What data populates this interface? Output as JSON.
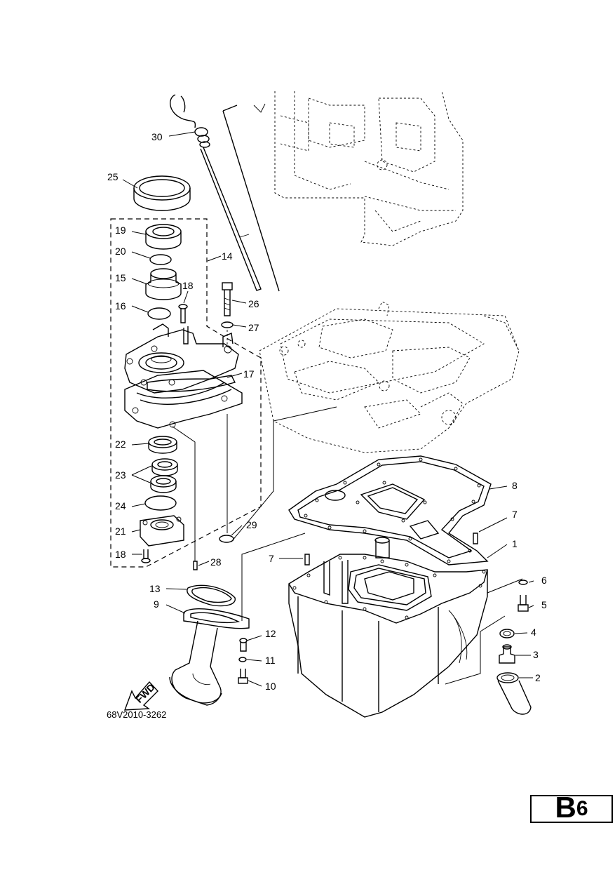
{
  "diagram": {
    "drawing_code": "68V2010-3262",
    "fwd_label": "FWD",
    "page_letter": "B",
    "page_number": "6",
    "callouts": [
      {
        "id": "30",
        "text": "30"
      },
      {
        "id": "25",
        "text": "25"
      },
      {
        "id": "19",
        "text": "19"
      },
      {
        "id": "20",
        "text": "20"
      },
      {
        "id": "14",
        "text": "14"
      },
      {
        "id": "15",
        "text": "15"
      },
      {
        "id": "18a",
        "text": "18"
      },
      {
        "id": "16",
        "text": "16"
      },
      {
        "id": "26",
        "text": "26"
      },
      {
        "id": "27",
        "text": "27"
      },
      {
        "id": "17",
        "text": "17"
      },
      {
        "id": "22",
        "text": "22"
      },
      {
        "id": "23",
        "text": "23"
      },
      {
        "id": "24",
        "text": "24"
      },
      {
        "id": "21",
        "text": "21"
      },
      {
        "id": "29",
        "text": "29"
      },
      {
        "id": "18b",
        "text": "18"
      },
      {
        "id": "28",
        "text": "28"
      },
      {
        "id": "8",
        "text": "8"
      },
      {
        "id": "7a",
        "text": "7"
      },
      {
        "id": "1",
        "text": "1"
      },
      {
        "id": "7b",
        "text": "7"
      },
      {
        "id": "6",
        "text": "6"
      },
      {
        "id": "5",
        "text": "5"
      },
      {
        "id": "13",
        "text": "13"
      },
      {
        "id": "9",
        "text": "9"
      },
      {
        "id": "12",
        "text": "12"
      },
      {
        "id": "4",
        "text": "4"
      },
      {
        "id": "11",
        "text": "11"
      },
      {
        "id": "3",
        "text": "3"
      },
      {
        "id": "2",
        "text": "2"
      },
      {
        "id": "10",
        "text": "10"
      }
    ]
  }
}
